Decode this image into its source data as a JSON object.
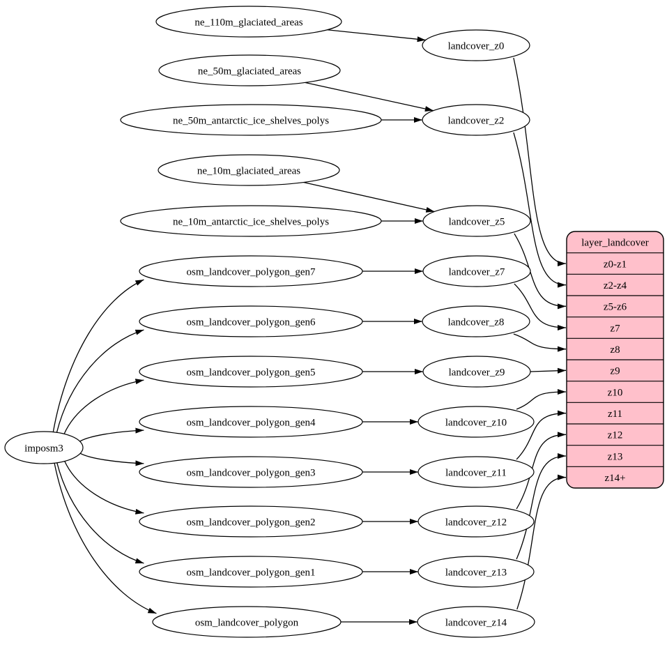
{
  "colors": {
    "background": "#ffffff",
    "node_fill": "#ffffff",
    "node_stroke": "#000000",
    "edge_stroke": "#000000",
    "record_fill": "#ffc0cb",
    "text": "#000000"
  },
  "diagram": {
    "nodes": [
      {
        "id": "imposm3",
        "label": "imposm3"
      },
      {
        "id": "ne_110m_glaciated_areas",
        "label": "ne_110m_glaciated_areas"
      },
      {
        "id": "ne_50m_glaciated_areas",
        "label": "ne_50m_glaciated_areas"
      },
      {
        "id": "ne_50m_antarctic_ice_shelves_polys",
        "label": "ne_50m_antarctic_ice_shelves_polys"
      },
      {
        "id": "ne_10m_glaciated_areas",
        "label": "ne_10m_glaciated_areas"
      },
      {
        "id": "ne_10m_antarctic_ice_shelves_polys",
        "label": "ne_10m_antarctic_ice_shelves_polys"
      },
      {
        "id": "osm_landcover_polygon_gen7",
        "label": "osm_landcover_polygon_gen7"
      },
      {
        "id": "osm_landcover_polygon_gen6",
        "label": "osm_landcover_polygon_gen6"
      },
      {
        "id": "osm_landcover_polygon_gen5",
        "label": "osm_landcover_polygon_gen5"
      },
      {
        "id": "osm_landcover_polygon_gen4",
        "label": "osm_landcover_polygon_gen4"
      },
      {
        "id": "osm_landcover_polygon_gen3",
        "label": "osm_landcover_polygon_gen3"
      },
      {
        "id": "osm_landcover_polygon_gen2",
        "label": "osm_landcover_polygon_gen2"
      },
      {
        "id": "osm_landcover_polygon_gen1",
        "label": "osm_landcover_polygon_gen1"
      },
      {
        "id": "osm_landcover_polygon",
        "label": "osm_landcover_polygon"
      },
      {
        "id": "landcover_z0",
        "label": "landcover_z0"
      },
      {
        "id": "landcover_z2",
        "label": "landcover_z2"
      },
      {
        "id": "landcover_z5",
        "label": "landcover_z5"
      },
      {
        "id": "landcover_z7",
        "label": "landcover_z7"
      },
      {
        "id": "landcover_z8",
        "label": "landcover_z8"
      },
      {
        "id": "landcover_z9",
        "label": "landcover_z9"
      },
      {
        "id": "landcover_z10",
        "label": "landcover_z10"
      },
      {
        "id": "landcover_z11",
        "label": "landcover_z11"
      },
      {
        "id": "landcover_z12",
        "label": "landcover_z12"
      },
      {
        "id": "landcover_z13",
        "label": "landcover_z13"
      },
      {
        "id": "landcover_z14",
        "label": "landcover_z14"
      }
    ],
    "record": {
      "id": "layer_landcover",
      "title": "layer_landcover",
      "rows": [
        "z0-z1",
        "z2-z4",
        "z5-z6",
        "z7",
        "z8",
        "z9",
        "z10",
        "z11",
        "z12",
        "z13",
        "z14+"
      ]
    },
    "edges": [
      {
        "from": "ne_110m_glaciated_areas",
        "to": "landcover_z0"
      },
      {
        "from": "ne_50m_glaciated_areas",
        "to": "landcover_z2"
      },
      {
        "from": "ne_50m_antarctic_ice_shelves_polys",
        "to": "landcover_z2"
      },
      {
        "from": "ne_10m_glaciated_areas",
        "to": "landcover_z5"
      },
      {
        "from": "ne_10m_antarctic_ice_shelves_polys",
        "to": "landcover_z5"
      },
      {
        "from": "imposm3",
        "to": "osm_landcover_polygon_gen7"
      },
      {
        "from": "imposm3",
        "to": "osm_landcover_polygon_gen6"
      },
      {
        "from": "imposm3",
        "to": "osm_landcover_polygon_gen5"
      },
      {
        "from": "imposm3",
        "to": "osm_landcover_polygon_gen4"
      },
      {
        "from": "imposm3",
        "to": "osm_landcover_polygon_gen3"
      },
      {
        "from": "imposm3",
        "to": "osm_landcover_polygon_gen2"
      },
      {
        "from": "imposm3",
        "to": "osm_landcover_polygon_gen1"
      },
      {
        "from": "imposm3",
        "to": "osm_landcover_polygon"
      },
      {
        "from": "osm_landcover_polygon_gen7",
        "to": "landcover_z7"
      },
      {
        "from": "osm_landcover_polygon_gen6",
        "to": "landcover_z8"
      },
      {
        "from": "osm_landcover_polygon_gen5",
        "to": "landcover_z9"
      },
      {
        "from": "osm_landcover_polygon_gen4",
        "to": "landcover_z10"
      },
      {
        "from": "osm_landcover_polygon_gen3",
        "to": "landcover_z11"
      },
      {
        "from": "osm_landcover_polygon_gen2",
        "to": "landcover_z12"
      },
      {
        "from": "osm_landcover_polygon_gen1",
        "to": "landcover_z13"
      },
      {
        "from": "osm_landcover_polygon",
        "to": "landcover_z14"
      },
      {
        "from": "landcover_z0",
        "to": "layer_landcover:z0-z1"
      },
      {
        "from": "landcover_z2",
        "to": "layer_landcover:z2-z4"
      },
      {
        "from": "landcover_z5",
        "to": "layer_landcover:z5-z6"
      },
      {
        "from": "landcover_z7",
        "to": "layer_landcover:z7"
      },
      {
        "from": "landcover_z8",
        "to": "layer_landcover:z8"
      },
      {
        "from": "landcover_z9",
        "to": "layer_landcover:z9"
      },
      {
        "from": "landcover_z10",
        "to": "layer_landcover:z10"
      },
      {
        "from": "landcover_z11",
        "to": "layer_landcover:z11"
      },
      {
        "from": "landcover_z12",
        "to": "layer_landcover:z12"
      },
      {
        "from": "landcover_z13",
        "to": "layer_landcover:z13"
      },
      {
        "from": "landcover_z14",
        "to": "layer_landcover:z14+"
      }
    ]
  }
}
